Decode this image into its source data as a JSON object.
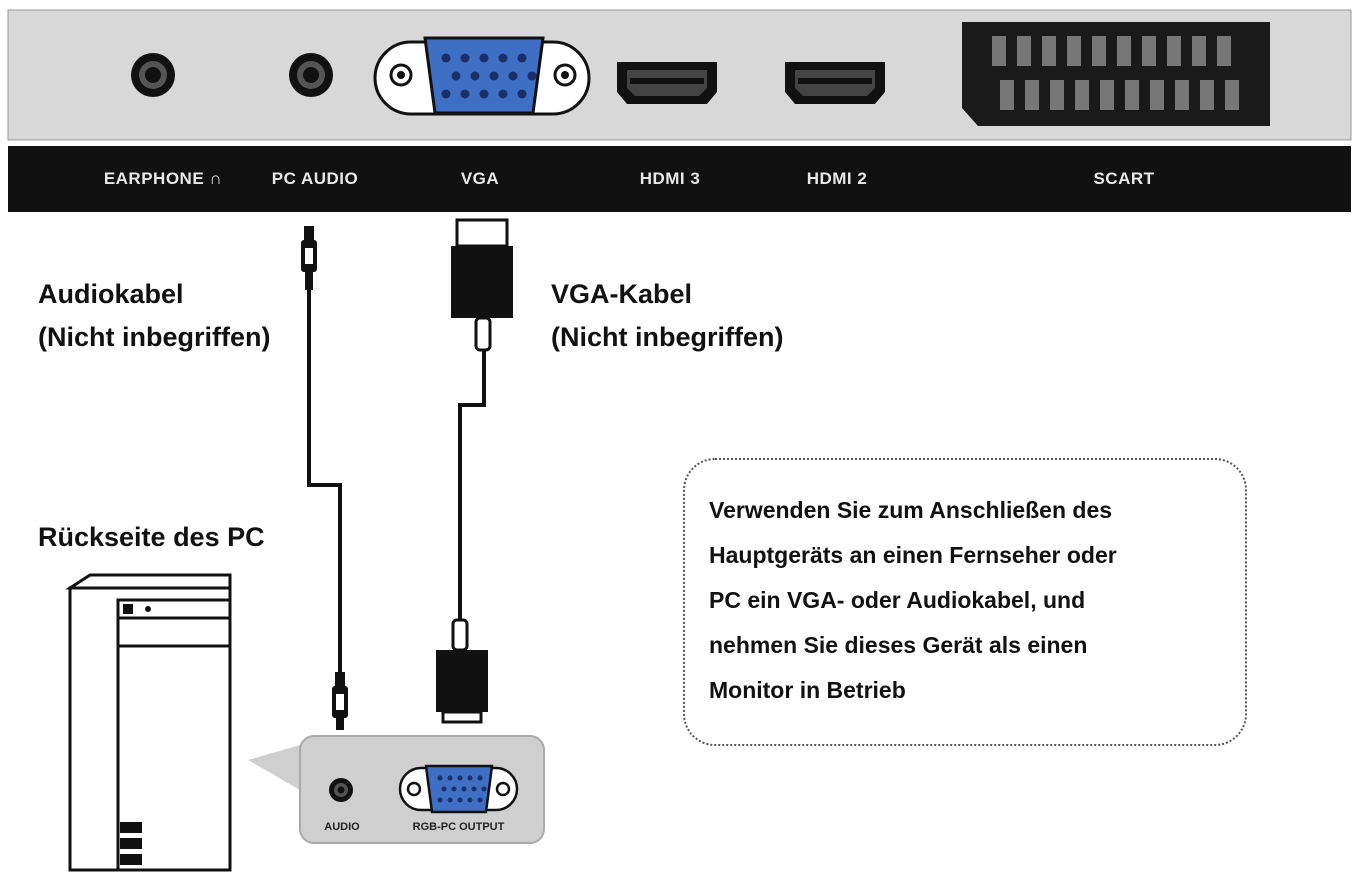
{
  "ports": [
    {
      "id": "earphone",
      "label": "EARPHONE",
      "icon": "headphone-icon"
    },
    {
      "id": "pc-audio",
      "label": "PC AUDIO"
    },
    {
      "id": "vga",
      "label": "VGA"
    },
    {
      "id": "hdmi3",
      "label": "HDMI 3"
    },
    {
      "id": "hdmi2",
      "label": "HDMI 2"
    },
    {
      "id": "scart",
      "label": "SCART"
    }
  ],
  "cables": {
    "audio": {
      "line1": "Audiokabel",
      "line2": "(Nicht inbegriffen)"
    },
    "vga": {
      "line1": "VGA-Kabel",
      "line2": "(Nicht inbegriffen)"
    }
  },
  "pc": {
    "title": "Rückseite des PC",
    "audio_label": "AUDIO",
    "rgb_label": "RGB-PC OUTPUT"
  },
  "note": {
    "lines": [
      "Verwenden Sie zum Anschließen des",
      "Hauptgeräts an einen Fernseher oder",
      "PC ein VGA- oder Audiokabel, und",
      "nehmen Sie dieses Gerät als einen",
      "Monitor in Betrieb"
    ]
  },
  "colors": {
    "panel_bg": "#d8d8d8",
    "label_strip": "#111111",
    "vga_blue": "#3f6fc4",
    "cable": "#111111"
  }
}
